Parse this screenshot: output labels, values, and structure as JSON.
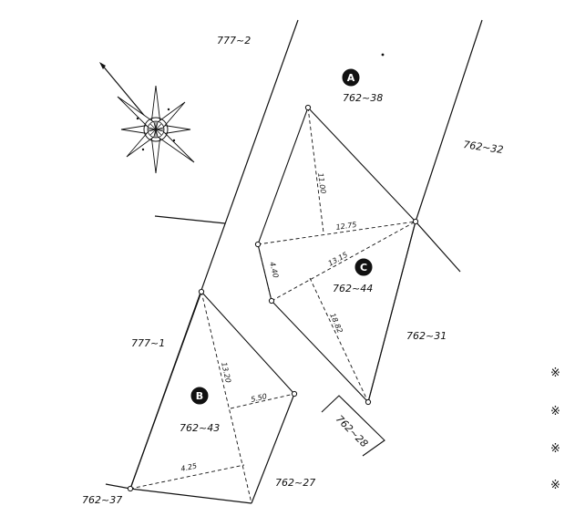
{
  "labels": {
    "parcel_777_2": "777~2",
    "parcel_762_38": "762~38",
    "parcel_762_32": "762~32",
    "parcel_762_44": "762~44",
    "parcel_762_31": "762~31",
    "parcel_777_1": "777~1",
    "parcel_762_43": "762~43",
    "parcel_762_28": "762~28",
    "parcel_762_27": "762~27",
    "parcel_762_37": "762~37"
  },
  "markers": {
    "a": "A",
    "b": "B",
    "c": "C"
  },
  "dimensions": {
    "d_1100": "11.00",
    "d_1275": "12.75",
    "d_1315": "13.15",
    "d_440": "4.40",
    "d_1882": "18.82",
    "d_1320": "13.20",
    "d_550": "5.50",
    "d_425": "4.25"
  },
  "side_marks": [
    "※",
    "※",
    "※",
    "※"
  ],
  "colors": {
    "ink": "#111111",
    "paper": "#ffffff"
  },
  "icons": {
    "compass": "compass-rose-icon"
  }
}
